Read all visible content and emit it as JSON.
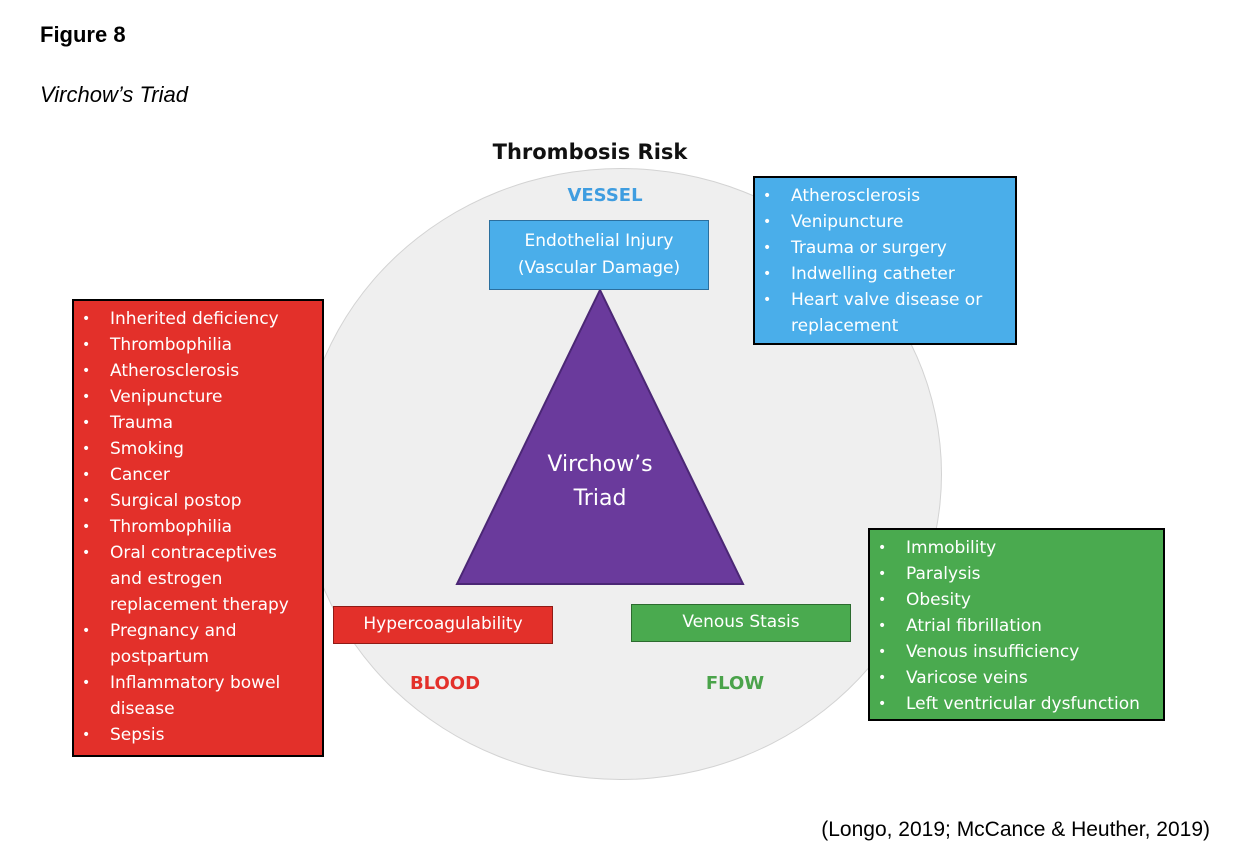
{
  "figure": {
    "label": "Figure 8",
    "title": "Virchow’s Triad",
    "citation": "(Longo, 2019; McCance & Heuther, 2019)"
  },
  "diagram": {
    "heading": "Thrombosis Risk",
    "center": {
      "line1": "Virchow’s",
      "line2": "Triad"
    },
    "vessel": {
      "label": "VESSEL",
      "factor_line1": "Endothelial Injury",
      "factor_line2": "(Vascular Damage)",
      "items": [
        "Atherosclerosis",
        "Venipuncture",
        "Trauma or surgery",
        "Indwelling catheter",
        "Heart valve disease or",
        "replacement"
      ]
    },
    "blood": {
      "label": "BLOOD",
      "factor": "Hypercoagulability",
      "items": [
        "Inherited deficiency",
        "Thrombophilia",
        "Atherosclerosis",
        "Venipuncture",
        "Trauma",
        "Smoking",
        "Cancer",
        "Surgical postop",
        "Thrombophilia",
        "Oral contraceptives",
        "and estrogen",
        "replacement therapy",
        "Pregnancy and",
        "postpartum",
        "Inflammatory bowel",
        "disease",
        "Sepsis"
      ]
    },
    "flow": {
      "label": "FLOW",
      "factor": "Venous Stasis",
      "items": [
        "Immobility",
        "Paralysis",
        "Obesity",
        "Atrial fibrillation",
        "Venous insufficiency",
        "Varicose veins",
        "Left ventricular dysfunction"
      ]
    },
    "colors": {
      "vessel": "#4aaeea",
      "blood": "#e3302a",
      "flow": "#4aaa4f",
      "triangle": "#6a3a9c",
      "circle": "#efefef"
    }
  }
}
